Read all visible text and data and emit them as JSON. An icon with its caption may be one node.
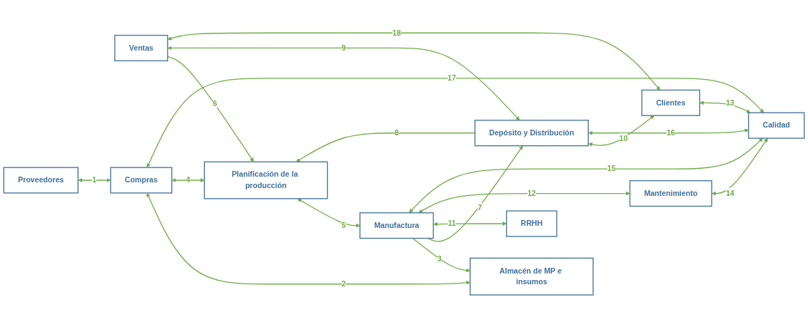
{
  "diagram": {
    "nodes": [
      {
        "text": [
          "Planificación de la producción"
        ]
      },
      {
        "text": [
          "Ventas"
        ]
      },
      {
        "text": [
          "Proveedores"
        ]
      },
      {
        "text": [
          "Compras"
        ]
      },
      {
        "text": [
          "Almacén de MP e insumos"
        ]
      },
      {
        "text": [
          "Manufactura"
        ]
      },
      {
        "text": [
          "Depósito y Distribución"
        ]
      },
      {
        "text": [
          "Clientes"
        ]
      },
      {
        "text": [
          "RRHH"
        ]
      },
      {
        "text": [
          "Mantenimiento"
        ]
      },
      {
        "text": [
          "Calidad"
        ]
      }
    ],
    "edges": [
      {
        "from": 2,
        "to": 3,
        "arrow": "both",
        "label": "1"
      },
      {
        "from": 3,
        "to": 4,
        "arrow": "both",
        "label": "2"
      },
      {
        "from": 5,
        "to": 4,
        "arrow": "to",
        "label": "3"
      },
      {
        "from": 3,
        "to": 0,
        "arrow": "both",
        "label": "4"
      },
      {
        "from": 0,
        "to": 5,
        "arrow": "both",
        "label": "5"
      },
      {
        "from": 1,
        "to": 0,
        "arrow": "to",
        "label": "6"
      },
      {
        "from": 5,
        "to": 6,
        "arrow": "to",
        "label": "7"
      },
      {
        "from": 6,
        "to": 0,
        "arrow": "to",
        "label": "8"
      },
      {
        "from": 1,
        "to": 6,
        "arrow": "both",
        "label": "9"
      },
      {
        "from": 6,
        "to": 7,
        "arrow": "both",
        "label": "10"
      },
      {
        "from": 5,
        "to": 8,
        "arrow": "both",
        "label": "11"
      },
      {
        "from": 5,
        "to": 9,
        "arrow": "both",
        "label": "12"
      },
      {
        "from": 7,
        "to": 10,
        "arrow": "both",
        "label": "13"
      },
      {
        "from": 9,
        "to": 10,
        "arrow": "both",
        "label": "14"
      },
      {
        "from": 5,
        "to": 10,
        "arrow": "both",
        "label": "15"
      },
      {
        "from": 6,
        "to": 10,
        "arrow": "both",
        "label": "16"
      },
      {
        "from": 3,
        "to": 10,
        "arrow": "both",
        "label": "17"
      },
      {
        "from": 1,
        "to": 7,
        "arrow": "both",
        "label": "18"
      }
    ]
  }
}
